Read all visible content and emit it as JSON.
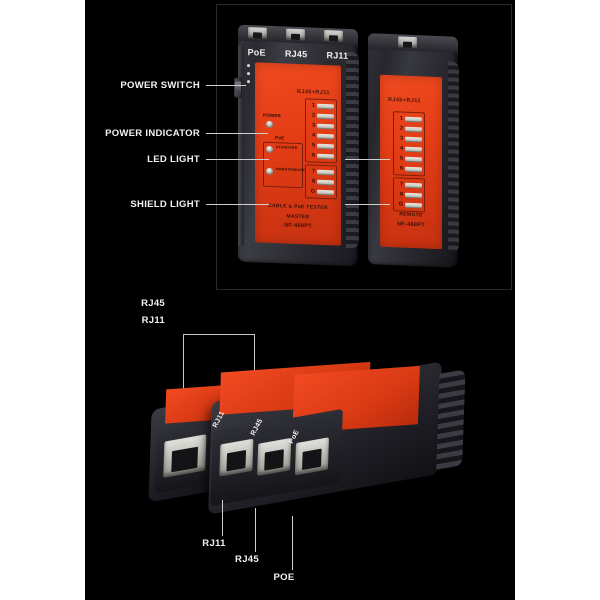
{
  "image": {
    "kind": "product-annotation-diagram",
    "product_model": "NF-468PT",
    "product_name": "CABLE & PoE TESTER",
    "background_color": "#000000",
    "panel_color": "#e63c18",
    "label_color": "#f2f2f2",
    "leader_color": "#cfcfcf"
  },
  "top_view": {
    "port_labels": [
      "PoE",
      "RJ45",
      "RJ11"
    ],
    "callouts": [
      {
        "label": "POWER SWITCH"
      },
      {
        "label": "POWER INDICATOR"
      },
      {
        "label": "LED LIGHT"
      },
      {
        "label": "SHIELD LIGHT"
      }
    ],
    "master_unit": {
      "panel_title": "RJ45+RJ11",
      "power_label": "POWER",
      "poe_label": "PoE",
      "poe_items": [
        "STANDARD",
        "NONSTANDARD"
      ],
      "led_numbers_main": [
        "1",
        "2",
        "3",
        "4",
        "5",
        "6"
      ],
      "led_numbers_extra": [
        "7",
        "8",
        "G"
      ],
      "footer_line1": "CABLE & PoE TESTER",
      "footer_line2": "MASTER",
      "footer_line3": "NF-468PT"
    },
    "remote_unit": {
      "panel_title": "RJ45+RJ11",
      "led_numbers_main": [
        "1",
        "2",
        "3",
        "4",
        "5",
        "6"
      ],
      "led_numbers_extra": [
        "7",
        "8",
        "G"
      ],
      "footer_line1": "REMOTE",
      "footer_line2": "NF-468PT"
    }
  },
  "bottom_view": {
    "bracket_label_line1": "RJ45",
    "bracket_label_line2": "RJ11",
    "port_side_labels": [
      "RJ11",
      "RJ45",
      "PoE"
    ],
    "callouts": [
      {
        "label": "RJ11"
      },
      {
        "label": "RJ45"
      },
      {
        "label": "POE"
      }
    ]
  }
}
